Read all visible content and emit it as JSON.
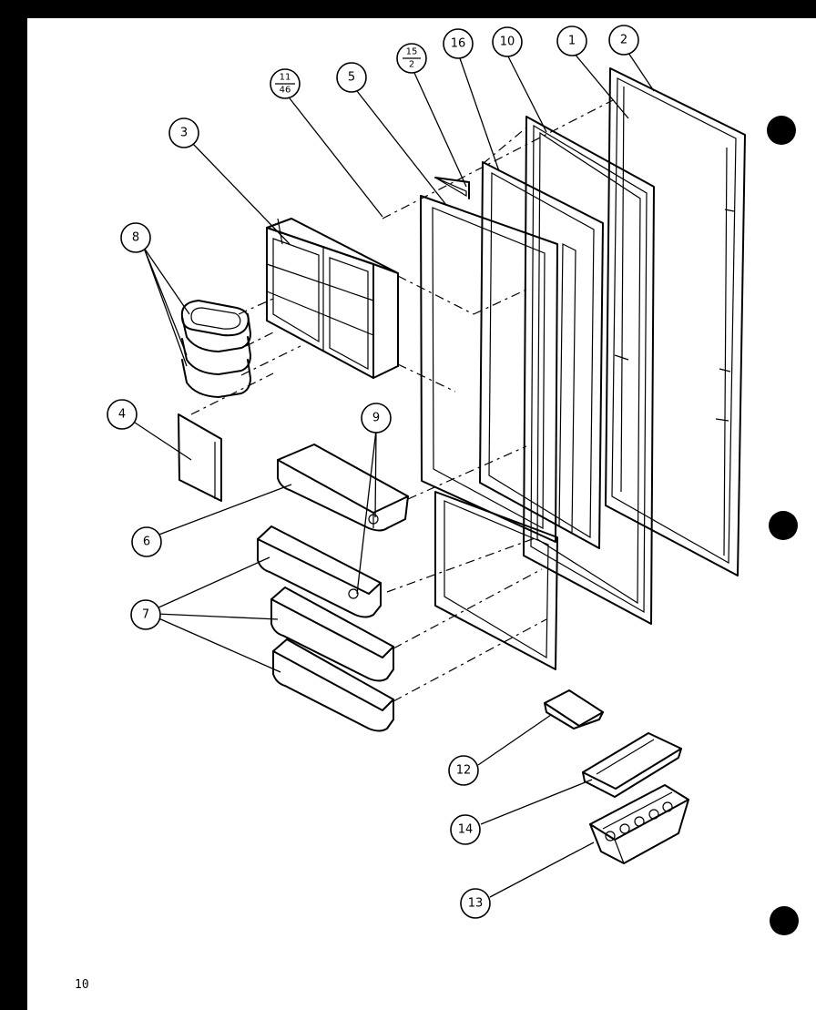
{
  "callouts": {
    "c1": "1",
    "c2": "2",
    "c3": "3",
    "c4": "4",
    "c5": "5",
    "c6": "6",
    "c7": "7",
    "c8": "8",
    "c9": "9",
    "c10": "10",
    "c12": "12",
    "c13": "13",
    "c14": "14",
    "c16": "16",
    "c15_top": "15",
    "c15_bottom": "2",
    "c11_top": "11",
    "c11_bottom": "46"
  },
  "page_number": "10",
  "colors": {
    "ink": "#000000",
    "paper": "#ffffff"
  }
}
